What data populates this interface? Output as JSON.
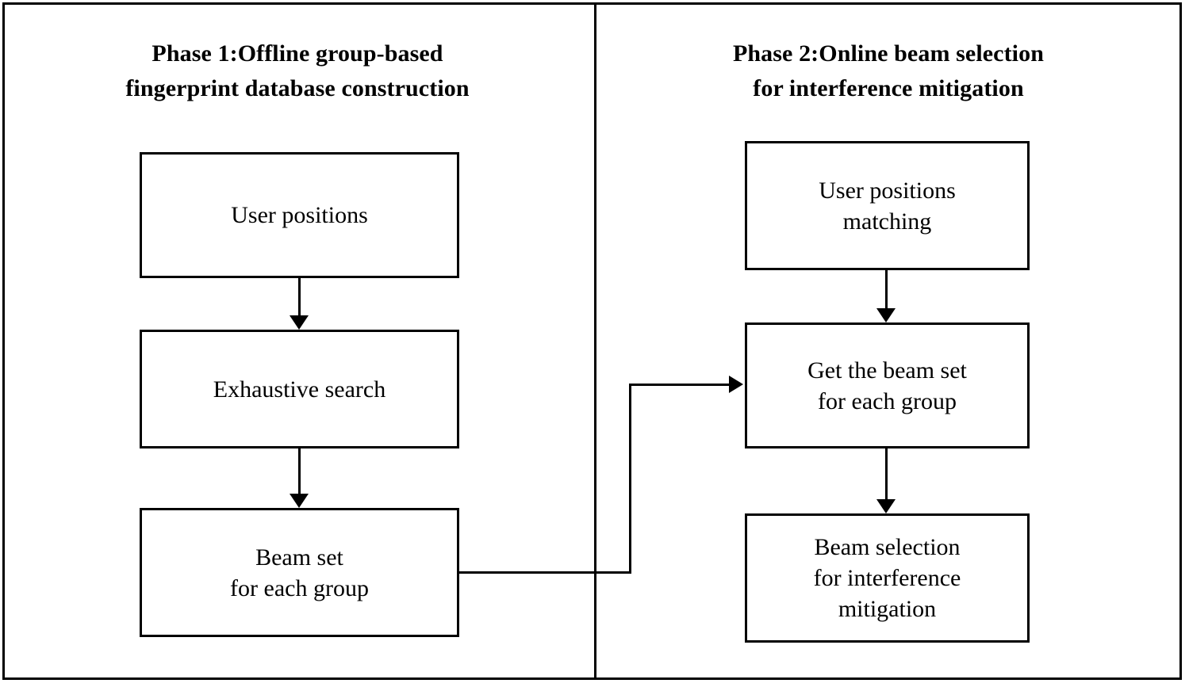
{
  "figure": {
    "kind": "two-phase flowchart",
    "phases": [
      {
        "id": "phase-1",
        "title": "Phase 1:Offline group-based\nfingerprint database construction",
        "steps": [
          {
            "id": "user-positions",
            "label": "User positions"
          },
          {
            "id": "exhaustive-search",
            "label": "Exhaustive  search"
          },
          {
            "id": "beam-set-for-each-group",
            "label": "Beam set\nfor each group"
          }
        ]
      },
      {
        "id": "phase-2",
        "title": "Phase 2:Online beam selection\nfor interference mitigation",
        "steps": [
          {
            "id": "user-positions-matching",
            "label": "User positions\nmatching"
          },
          {
            "id": "get-the-beam-set",
            "label": "Get the beam set\nfor each group"
          },
          {
            "id": "beam-selection",
            "label": "Beam selection\nfor interference\nmitigation"
          }
        ]
      }
    ],
    "connections": [
      {
        "from": "user-positions",
        "to": "exhaustive-search",
        "direction": "down"
      },
      {
        "from": "exhaustive-search",
        "to": "beam-set-for-each-group",
        "direction": "down"
      },
      {
        "from": "user-positions-matching",
        "to": "get-the-beam-set",
        "direction": "down"
      },
      {
        "from": "get-the-beam-set",
        "to": "beam-selection",
        "direction": "down"
      },
      {
        "from": "beam-set-for-each-group",
        "to": "get-the-beam-set",
        "direction": "right-elbow"
      }
    ],
    "colors": {
      "stroke": "#000000",
      "fill": "#ffffff",
      "text": "#000000"
    }
  }
}
